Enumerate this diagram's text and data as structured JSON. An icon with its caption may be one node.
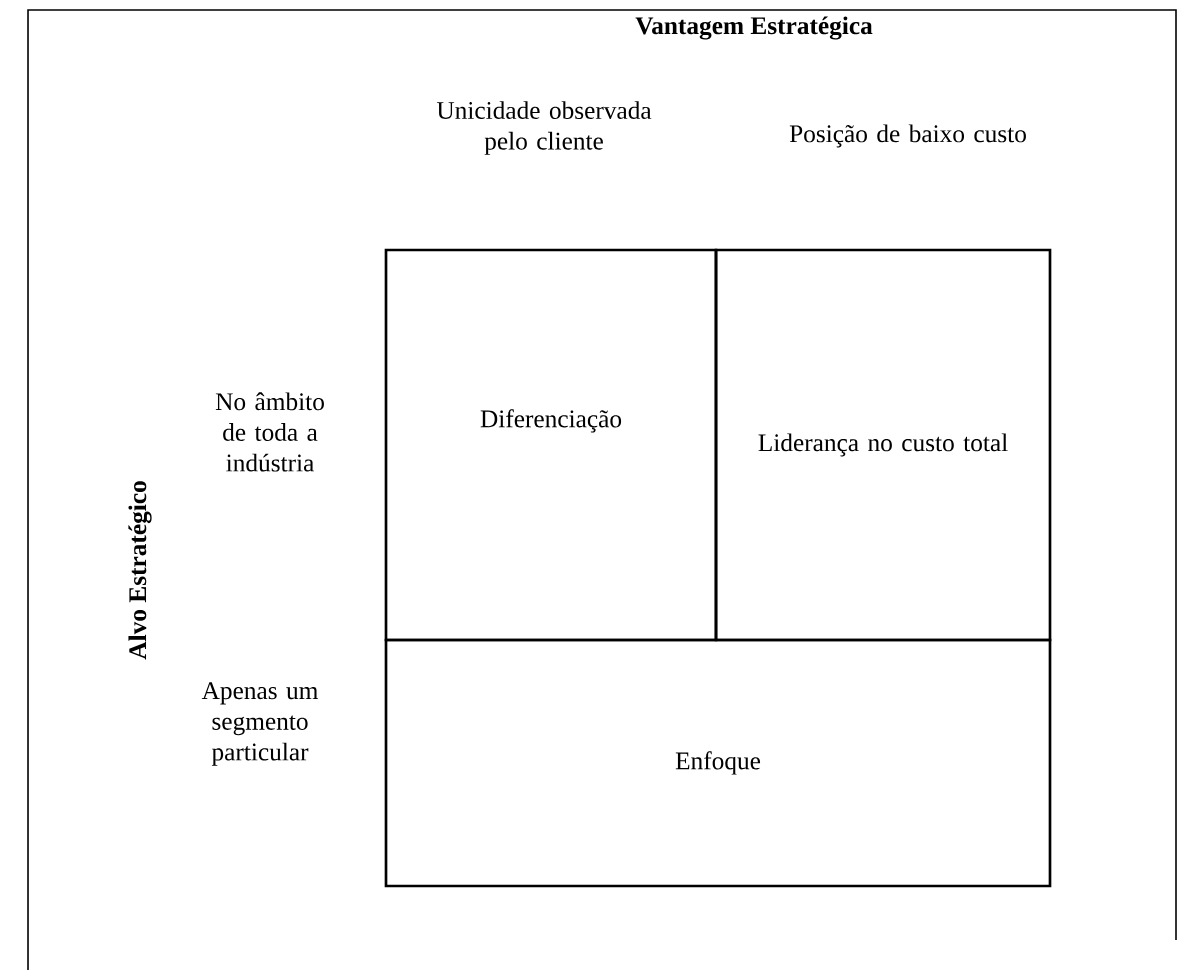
{
  "diagram": {
    "title": "Vantagem Estratégica",
    "nodes": [
      {
        "text": [
          "Diferenciação"
        ]
      },
      {
        "text": [
          "Liderança no custo total"
        ]
      },
      {
        "text": [
          "Enfoque"
        ]
      }
    ],
    "labels": [
      "Unicidade observada pelo cliente",
      "Posição de baixo custo",
      "No âmbito de toda a indústria",
      "Apenas um segmento particular",
      "Alvo Estratégico"
    ]
  }
}
